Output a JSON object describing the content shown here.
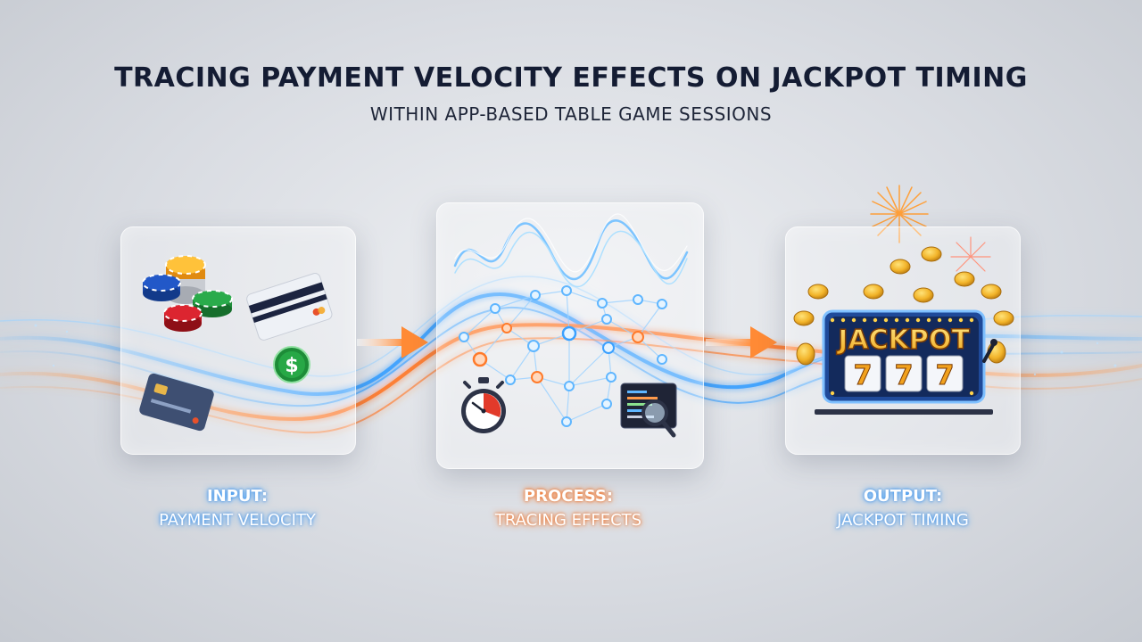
{
  "header": {
    "title": "TRACING PAYMENT VELOCITY EFFECTS ON JACKPOT TIMING",
    "subtitle": "WITHIN APP-BASED TABLE GAME SESSIONS"
  },
  "stages": [
    {
      "heading": "INPUT:",
      "label": "PAYMENT VELOCITY",
      "accent": "#3aa0ff"
    },
    {
      "heading": "PROCESS:",
      "label": "TRACING EFFECTS",
      "accent": "#ff7a2a"
    },
    {
      "heading": "OUTPUT:",
      "label": "JACKPOT TIMING",
      "accent": "#3aa0ff"
    }
  ],
  "output_panel": {
    "sign_text": "JACKPOT",
    "reel_symbols": [
      "7",
      "7",
      "7"
    ]
  },
  "input_panel": {
    "coin_symbol": "$"
  },
  "icons": [
    "poker-chip-icon",
    "credit-card-icon",
    "dollar-coin-icon",
    "stopwatch-icon",
    "magnifier-icon",
    "slot-machine-icon",
    "firework-icon",
    "gold-coin-icon"
  ],
  "colors": {
    "title": "#141c33",
    "blue_stream": "#3aa0ff",
    "orange_stream": "#ff7a2a",
    "coin_gold": "#f2b42a"
  }
}
